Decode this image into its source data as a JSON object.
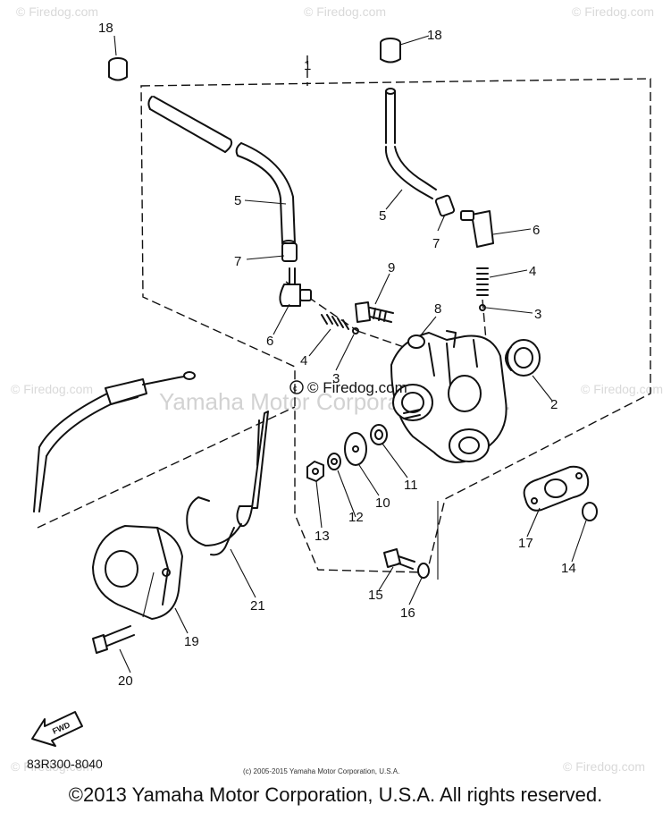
{
  "watermarks": {
    "corner_text": "© Firedog.com",
    "center_text": "© Firedog.com",
    "center_secondary": "Yamaha Motor Corporation U.S.A."
  },
  "fwd_arrow_label": "FWD",
  "part_labels": {
    "p1": "1",
    "p2": "2",
    "p3a": "3",
    "p3b": "3",
    "p4a": "4",
    "p4b": "4",
    "p5a": "5",
    "p5b": "5",
    "p6a": "6",
    "p6b": "6",
    "p7a": "7",
    "p7b": "7",
    "p8": "8",
    "p9": "9",
    "p10": "10",
    "p11": "11",
    "p12": "12",
    "p13": "13",
    "p14": "14",
    "p15": "15",
    "p16": "16",
    "p17": "17",
    "p18a": "18",
    "p18b": "18",
    "p19": "19",
    "p20": "20",
    "p21": "21"
  },
  "drawing_number": "83R300-8040",
  "small_copyright": "(c) 2005-2015 Yamaha Motor Corporation, U.S.A.",
  "copyright": "©2013 Yamaha Motor Corporation, U.S.A. All rights reserved."
}
